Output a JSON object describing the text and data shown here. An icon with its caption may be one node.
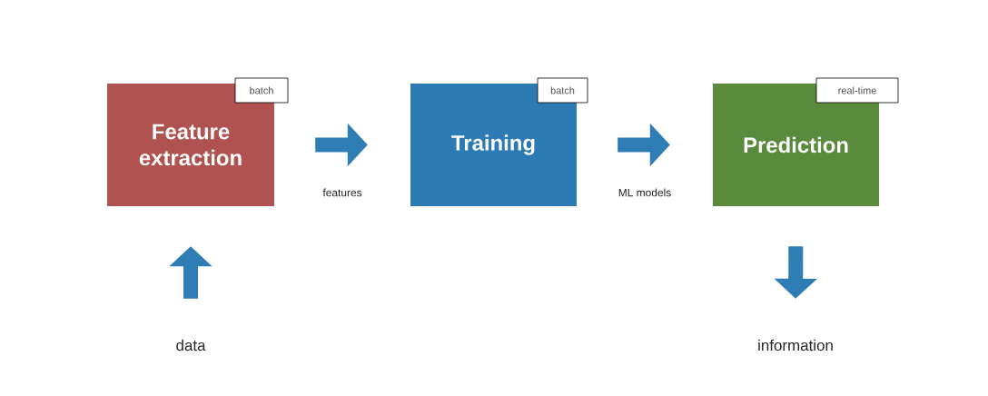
{
  "diagram": {
    "nodes": [
      {
        "text": [
          "Feature extraction"
        ]
      },
      {
        "text": [
          "batch"
        ]
      },
      {
        "text": [
          "Training"
        ]
      },
      {
        "text": [
          "batch"
        ]
      },
      {
        "text": [
          "Prediction"
        ]
      },
      {
        "text": [
          "real-time"
        ]
      },
      {
        "text": [
          "data"
        ]
      },
      {
        "text": [
          "information"
        ]
      }
    ],
    "edges": [
      {
        "from": 0,
        "to": 2,
        "arrow": "to",
        "label": "features"
      },
      {
        "from": 2,
        "to": 4,
        "arrow": "to",
        "label": "ML models"
      },
      {
        "from": 6,
        "to": 0,
        "arrow": "to"
      },
      {
        "from": 4,
        "to": 7,
        "arrow": "to"
      }
    ]
  }
}
